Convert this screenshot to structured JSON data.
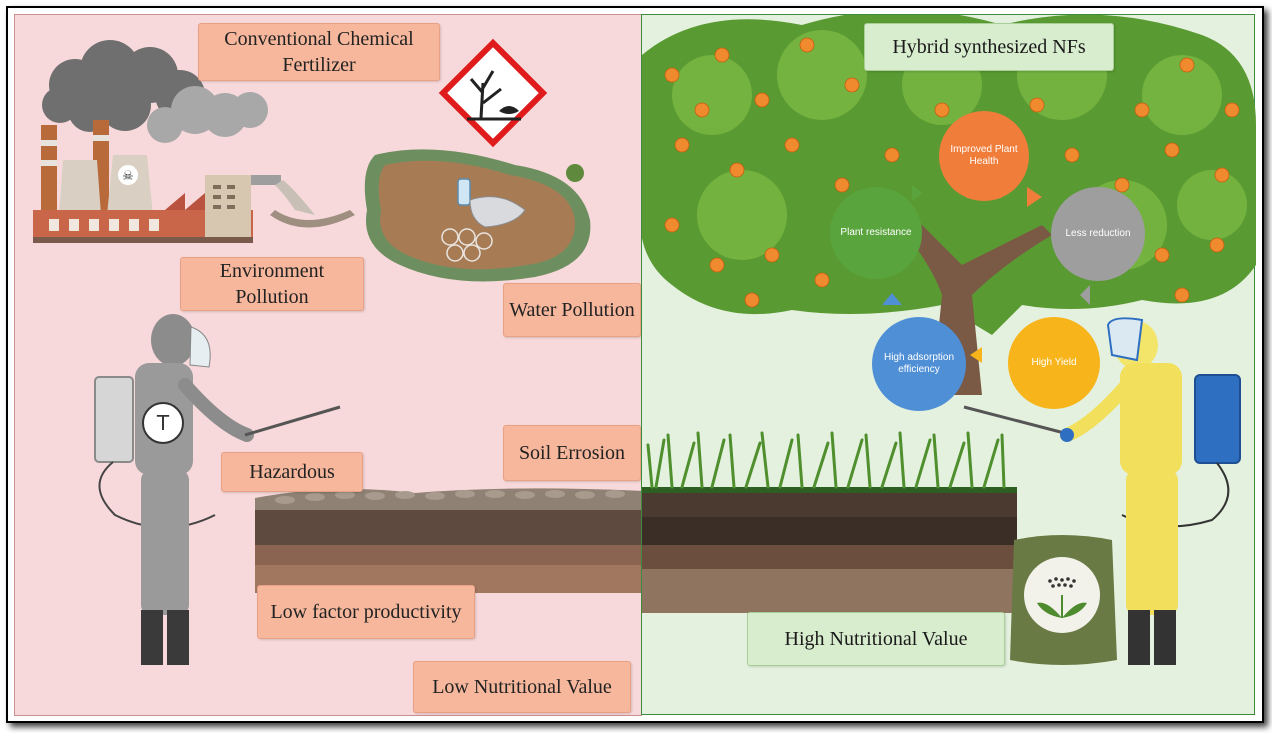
{
  "left_panel": {
    "labels": {
      "conventional": "Conventional Chemical Fertilizer",
      "env_pollution": "Environment Pollution",
      "water_pollution": "Water Pollution",
      "hazardous": "Hazardous",
      "soil_erosion": "Soil Errosion",
      "low_factor": "Low factor productivity",
      "low_nutritional": "Low Nutritional Value"
    }
  },
  "right_panel": {
    "labels": {
      "hybrid": "Hybrid synthesized NFs",
      "high_nutritional": "High Nutritional Value"
    },
    "cycle": {
      "improved_health": "Improved Plant Health",
      "less_reduction": "Less reduction",
      "high_yield": "High Yield",
      "high_adsorption": "High adsorption efficiency",
      "plant_resistance": "Plant resistance"
    }
  },
  "colors": {
    "orange": "#f07d3a",
    "grey": "#9e9e9e",
    "yellow": "#f7b51b",
    "blue": "#4f8fd6",
    "green": "#5aa43d"
  }
}
